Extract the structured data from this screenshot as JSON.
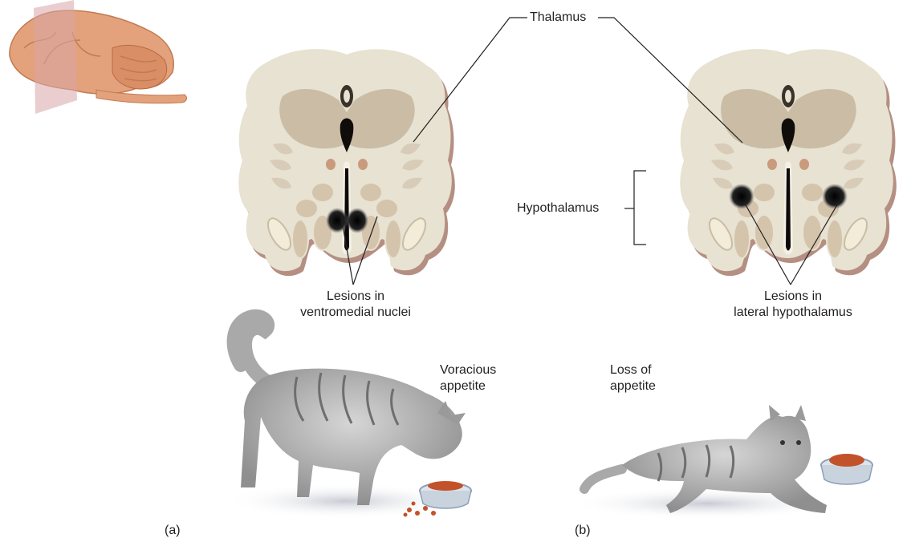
{
  "labels": {
    "thalamus": "Thalamus",
    "hypothalamus": "Hypothalamus",
    "lesions_left_line1": "Lesions in",
    "lesions_left_line2": "ventromedial nuclei",
    "lesions_right_line1": "Lesions in",
    "lesions_right_line2": "lateral hypothalamus",
    "voracious_line1": "Voracious",
    "voracious_line2": "appetite",
    "loss_line1": "Loss of",
    "loss_line2": "appetite",
    "panel_a": "(a)",
    "panel_b": "(b)"
  },
  "colors": {
    "cortex": "#e7e2d1",
    "cortex_edge": "#b48f82",
    "inner": "#c7b7a0",
    "lesion": "#111111",
    "brain_pink": "#e3a27c",
    "cat_grey": "#b9b9b9",
    "food": "#c2522a"
  }
}
